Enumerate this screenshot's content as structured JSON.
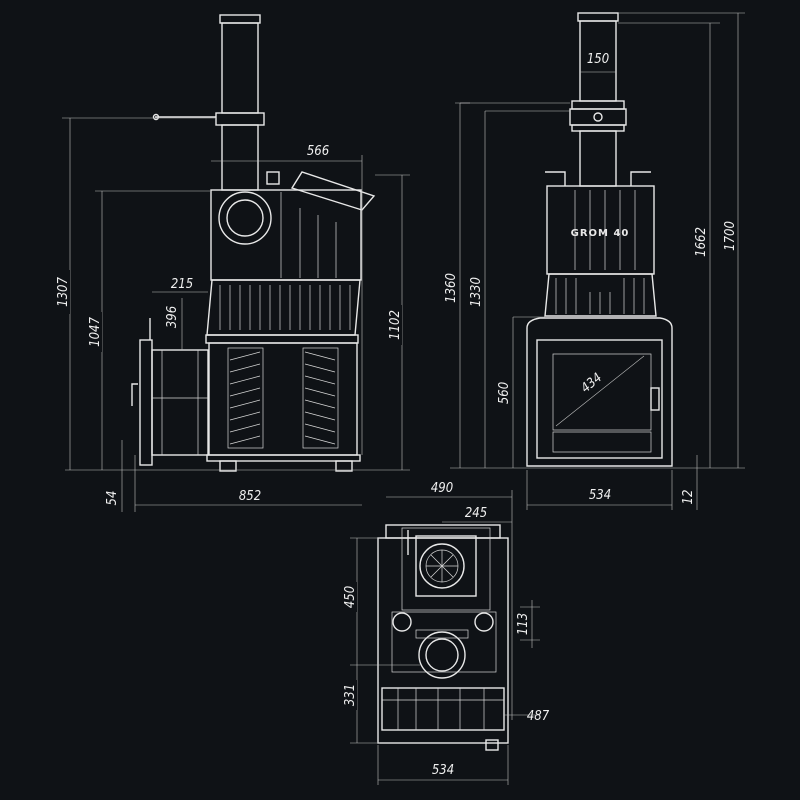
{
  "title": "GROM 40 stove dimensions drawing",
  "colors": {
    "background": "#0f1216",
    "lines": "#e8e8e8"
  },
  "side_view": {
    "d566": "566",
    "d215": "215",
    "d396": "396",
    "d1307": "1307",
    "d1047": "1047",
    "d1102": "1102",
    "d54": "54",
    "d852": "852"
  },
  "front_view": {
    "brand": "GROM 40",
    "d150": "150",
    "d1360": "1360",
    "d1330": "1330",
    "d1662": "1662",
    "d1700": "1700",
    "d560": "560",
    "d434": "434",
    "d534": "534",
    "d12": "12"
  },
  "top_view": {
    "d490": "490",
    "d245": "245",
    "d450": "450",
    "d113": "113",
    "d331": "331",
    "d487": "487",
    "d534": "534"
  }
}
